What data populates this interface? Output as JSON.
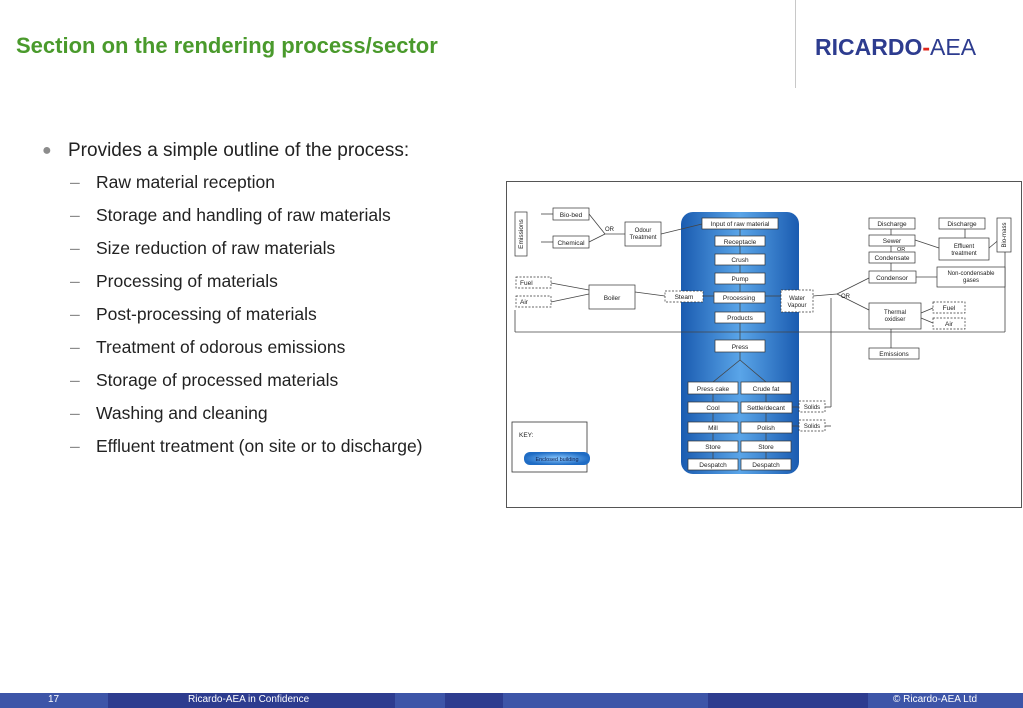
{
  "slide": {
    "title": "Section on the rendering process/sector",
    "logo": {
      "brand": "RICARDO",
      "separator": "-",
      "sub": "AEA"
    },
    "bullet": "Provides a simple outline of the process:",
    "sub_items": [
      "Raw material reception",
      "Storage and handling of raw materials",
      "Size reduction of raw materials",
      "Processing of materials",
      "Post-processing of materials",
      "Treatment of odorous emissions",
      "Storage of processed materials",
      "Washing and cleaning",
      "Effluent treatment (on site or to discharge)"
    ]
  },
  "diagram": {
    "central": [
      "Input of raw material",
      "Receptacle",
      "Crush",
      "Pump",
      "Processing",
      "Products",
      "Press"
    ],
    "left_branch": [
      "Press cake",
      "Cool",
      "Mill",
      "Store",
      "Despatch"
    ],
    "right_branch": [
      "Crude fat",
      "Settle/decant",
      "Polish",
      "Store",
      "Despatch"
    ],
    "left": {
      "emissions": "Emissions",
      "biobed": "Bio-bed",
      "chemical": "Chemical",
      "or": "OR",
      "odour": "Odour Treatment",
      "fuel": "Fuel",
      "air": "Air",
      "boiler": "Boiler",
      "steam": "Steam",
      "water_vapour": "Water Vapour"
    },
    "right": {
      "discharge1": "Discharge",
      "discharge2": "Discharge",
      "sewer": "Sewer",
      "or_small": "OR",
      "effluent": "Effluent treatment",
      "biomass": "Bio-mass",
      "condensate": "Condensate",
      "condensor": "Condensor",
      "noncond": "Non-condensable gases",
      "or": "OR",
      "thermal": "Thermal oxidiser",
      "fuel": "Fuel",
      "air": "Air",
      "emissions": "Emissions",
      "solids1": "Solids",
      "solids2": "Solids"
    },
    "key": {
      "label": "KEY:",
      "enclosed": "Enclosed building"
    }
  },
  "footer": {
    "page": "17",
    "confidence": "Ricardo-AEA in Confidence",
    "copyright": "© Ricardo-AEA Ltd"
  },
  "colors": {
    "title": "#4a9a2c",
    "brand": "#2d3c8f",
    "accent": "#e0261b",
    "footer": "#2d3c8f"
  }
}
